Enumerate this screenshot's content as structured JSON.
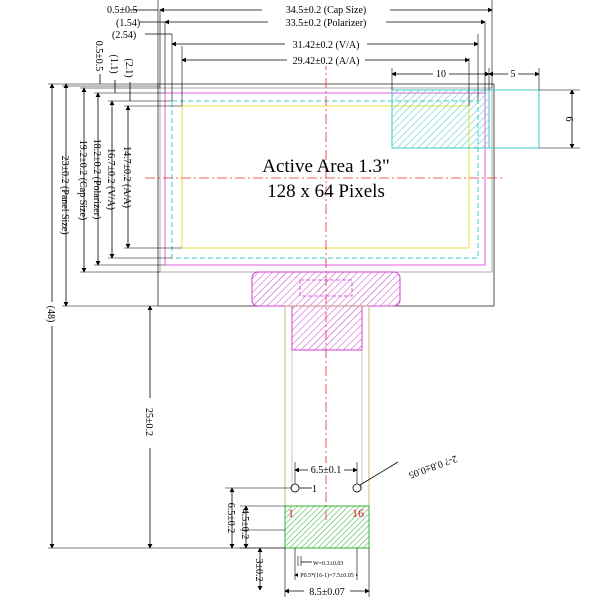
{
  "labels": {
    "cap_tol_left": "0.5±0.5",
    "dim_1_54": "(1.54)",
    "dim_2_54": "(2.54)",
    "cap_size": "34.5±0.2 (Cap Size)",
    "polarizer_w": "33.5±0.2 (Polarizer)",
    "va_w": "31.42±0.2 (V/A)",
    "aa_w": "29.42±0.2 (A/A)",
    "dim_10": "10",
    "dim_5": "5",
    "dim_6": "6",
    "cap_tol_top": "0.5±0.5",
    "dim_1_1": "(1.1)",
    "dim_2_1": "(2.1)",
    "aa_h": "14.7±0.2 (A/A)",
    "va_h": "16.7±0.2 (V/A)",
    "polarizer_h": "18.2±0.2 (Polarizer)",
    "cap_h": "19.2±0.2 (Cap Size)",
    "panel_h": "23±0.2 (Panel Size)",
    "total_h": "(48)",
    "fpc_len": "25±0.2",
    "dim_6_5_v": "6.5±0.2",
    "dim_4_5": "4.5±0.2",
    "dim_3": "3±0.2",
    "dim_6_5_h": "6.5±0.1",
    "hole_note": "2-? 0.8±0.05",
    "pin_1_mark": "1",
    "pin_first": "1",
    "pin_last": "16",
    "pin_width": "W=0.3±0.03",
    "pin_pitch": "P0.5*(16-1)=7.5±0.05",
    "fpc_w": "8.5±0.07",
    "active_area": "Active Area 1.3\"",
    "pixels": "128 x 64 Pixels"
  },
  "colors": {
    "polarizer": "#e060e0",
    "viewing_area": "#40c8c8",
    "active_area": "#e8e040",
    "centerline": "#e03030",
    "ic": "#d040d0",
    "contacts": "#50d050",
    "pin_label": "#d02020"
  }
}
